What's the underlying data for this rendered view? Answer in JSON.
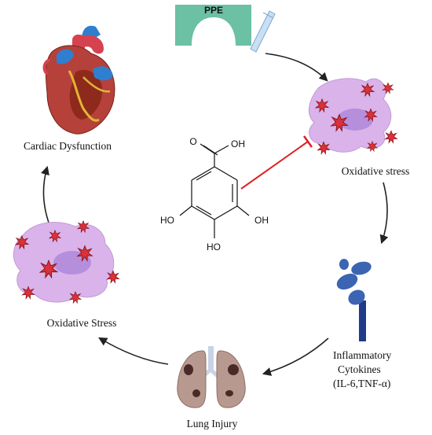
{
  "nodes": {
    "ppe": "PPE",
    "oxidative_stress_right": "Oxidative stress",
    "cytokines_line1": "Inflammatory",
    "cytokines_line2": "Cytokines",
    "cytokines_line3": "(IL-6,TNF-α)",
    "lung_injury": "Lung Injury",
    "oxidative_stress_left": "Oxidative Stress",
    "cardiac": "Cardiac Dysfunction"
  },
  "molecule": {
    "oh_top": "OH",
    "ho_left": "HO",
    "oh_right": "OH",
    "ho_bottom": "HO"
  },
  "colors": {
    "ppe_fill": "#6cc0a3",
    "cell_fill": "#d9b3ea",
    "nucleus": "#b58fdc",
    "burst": "#d8323a",
    "receptor": "#3b64b3",
    "lung": "#b8998f",
    "inhibition": "#e01f26",
    "arrow": "#222222"
  }
}
